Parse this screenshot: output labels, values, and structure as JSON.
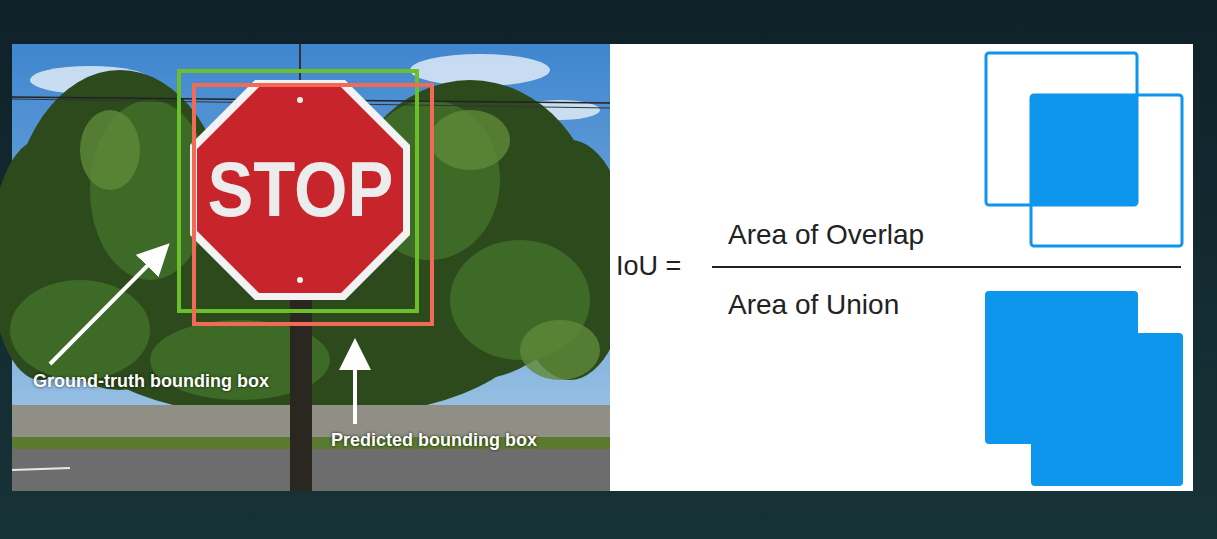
{
  "diagram": {
    "labels": [
      "STOP",
      "Ground-truth bounding box",
      "Predicted bounding box",
      "IoU =",
      "Area of Overlap",
      "Area of Union"
    ]
  }
}
